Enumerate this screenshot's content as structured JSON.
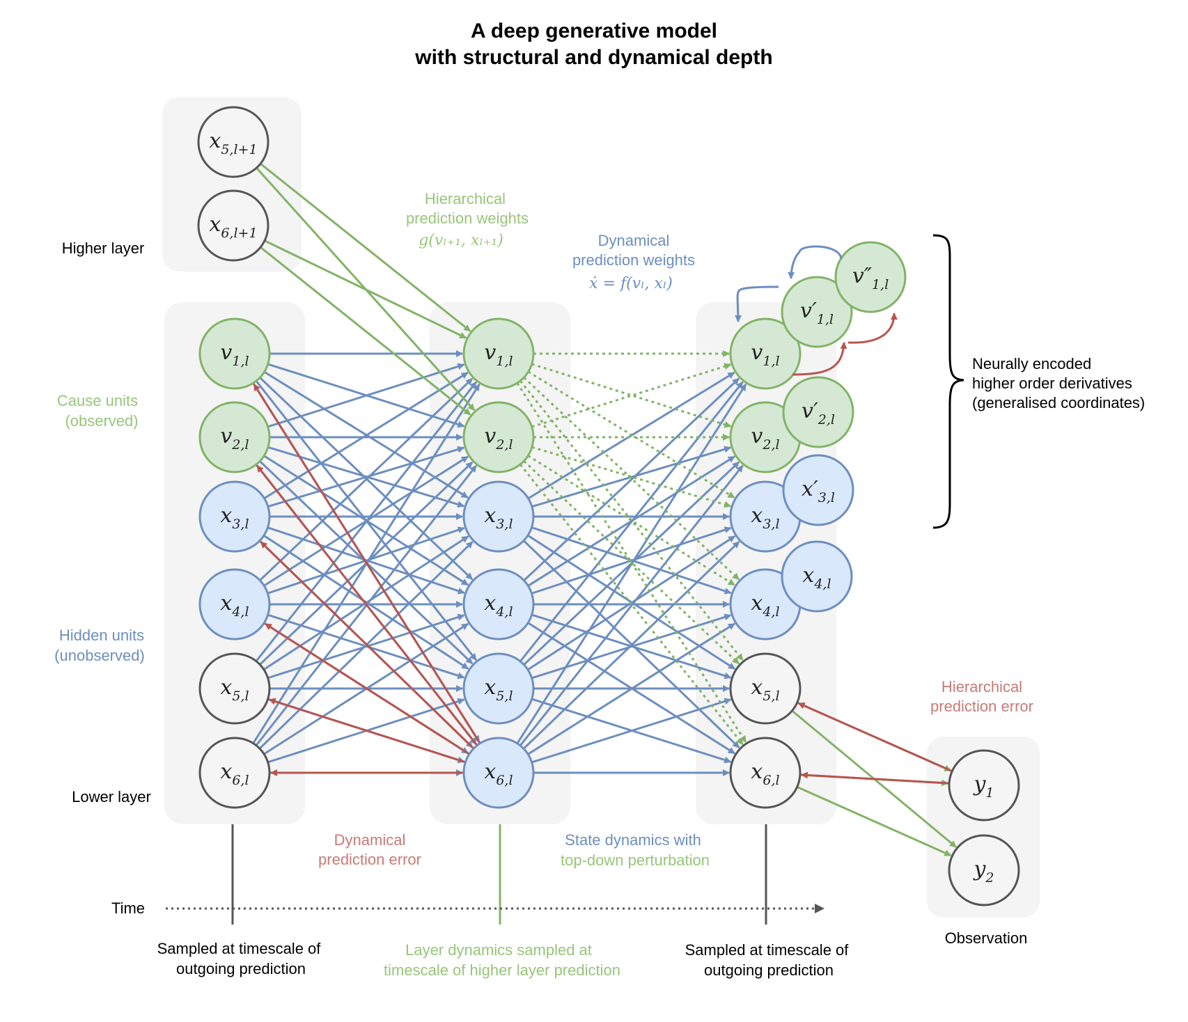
{
  "title": {
    "line1": "A deep generative model",
    "line2": "with structural and dynamical depth"
  },
  "colors": {
    "green": "#82b366",
    "green_fill": "#d5e8d4",
    "blue": "#6c8ebf",
    "blue_fill": "#dae8fc",
    "red": "#b85450",
    "gray_stroke": "#555555",
    "gray_fill": "#f5f5f5",
    "panel": "#f4f4f4",
    "green_text": "#97c57a",
    "blue_text": "#6c8ebf",
    "red_text": "#c97a75"
  },
  "labels": {
    "higher_layer": "Higher layer",
    "lower_layer": "Lower layer",
    "cause_units_1": "Cause units",
    "cause_units_2": "(observed)",
    "hidden_units_1": "Hidden units",
    "hidden_units_2": "(unobserved)",
    "hier_weights_1": "Hierarchical",
    "hier_weights_2": "prediction weights",
    "hier_weights_formula": "g(vₗ₊₁, xₗ₊₁)",
    "dyn_weights_1": "Dynamical",
    "dyn_weights_2": "prediction weights",
    "dyn_weights_formula": "ẋ = f(vₗ, xₗ)",
    "neural_1": "Neurally encoded",
    "neural_2": "higher order derivatives",
    "neural_3": "(generalised coordinates)",
    "hier_error_1": "Hierarchical",
    "hier_error_2": "prediction error",
    "dyn_error_1": "Dynamical",
    "dyn_error_2": "prediction error",
    "state_dyn_1": "State dynamics with",
    "state_dyn_2": "top-down perturbation",
    "time": "Time",
    "sampled_left_1": "Sampled at timescale of",
    "sampled_left_2": "outgoing prediction",
    "layer_dyn_1": "Layer dynamics sampled at",
    "layer_dyn_2": "timescale of higher layer prediction",
    "sampled_right_1": "Sampled at timescale of",
    "sampled_right_2": "outgoing prediction",
    "observation": "Observation"
  },
  "nodes": {
    "x5_higher": {
      "base": "x",
      "sub": "5,l+1"
    },
    "x6_higher": {
      "base": "x",
      "sub": "6,l+1"
    },
    "v1": {
      "base": "v",
      "sub": "1,l"
    },
    "v2": {
      "base": "v",
      "sub": "2,l"
    },
    "x3": {
      "base": "x",
      "sub": "3,l"
    },
    "x4": {
      "base": "x",
      "sub": "4,l"
    },
    "x5": {
      "base": "x",
      "sub": "5,l"
    },
    "x6": {
      "base": "x",
      "sub": "6,l"
    },
    "v1_prime": {
      "base": "v′",
      "sub": "1,l"
    },
    "v1_dprime": {
      "base": "v″",
      "sub": "1,l"
    },
    "v2_prime": {
      "base": "v′",
      "sub": "2,l"
    },
    "x3_prime": {
      "base": "x′",
      "sub": "3,l"
    },
    "x4_extra": {
      "base": "x",
      "sub": "4,l"
    },
    "y1": {
      "base": "y",
      "sub": "1"
    },
    "y2": {
      "base": "y",
      "sub": "2"
    }
  }
}
